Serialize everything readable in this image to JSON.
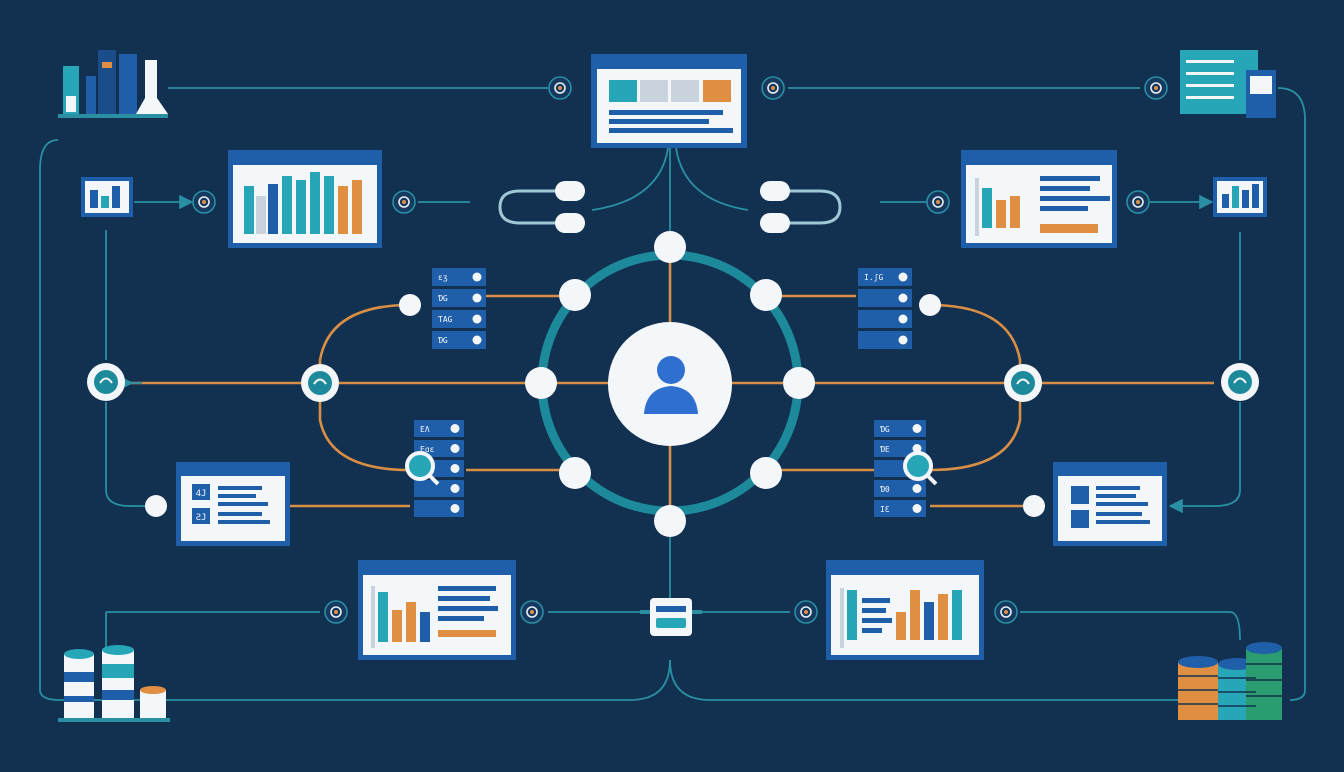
{
  "colors": {
    "background": "#12304f",
    "line_teal": "#2a8fa3",
    "line_orange": "#d98e45",
    "window_blue": "#1f5ea8",
    "teal_bar": "#27a6b8",
    "orange_bar": "#e08e42",
    "node_white": "#f4f7fa",
    "user_icon_blue": "#2f6fd0"
  },
  "hub": {
    "icon": "user-icon"
  },
  "stack_labels": {
    "left_top": [
      "ɛʒ",
      "ƊG",
      "ƬAG",
      "ƊG"
    ],
    "left_bottom": [
      "EɅ",
      "Eɑɛ",
      "",
      "",
      ""
    ],
    "right_top": [
      "I.ʃG",
      "",
      "",
      ""
    ],
    "right_bottom": [
      "ƊG",
      "ƊE",
      "",
      "Ɗ0",
      "IƐ"
    ]
  },
  "card_labels": {
    "left_list": [
      "4J",
      "ƧJ"
    ],
    "right_list": [
      "",
      ""
    ]
  }
}
